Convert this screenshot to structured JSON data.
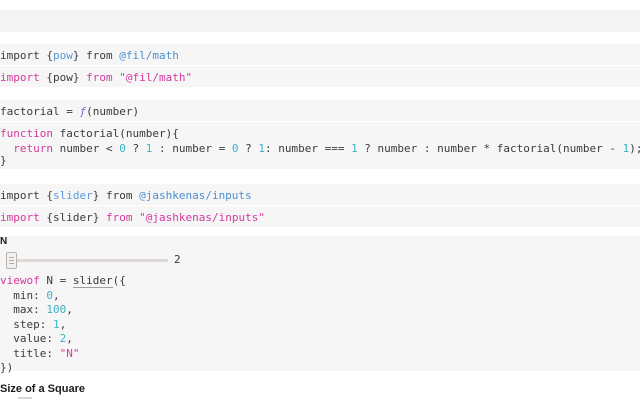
{
  "notebook": {
    "top_strip": {
      "name": "collapsed-cell-strip"
    },
    "cells": [
      {
        "id": "cell-import-pow-result",
        "kind": "result",
        "tokens": [
          {
            "text": "import ",
            "style": "plain"
          },
          {
            "text": "{",
            "style": "plain"
          },
          {
            "text": "pow",
            "style": "param"
          },
          {
            "text": "} from ",
            "style": "plain"
          },
          {
            "text": "@fil/math",
            "style": "ref"
          }
        ]
      },
      {
        "id": "cell-import-pow-source",
        "kind": "source",
        "tokens": [
          {
            "text": "import",
            "style": "kw"
          },
          {
            "text": " {pow} ",
            "style": "plain"
          },
          {
            "text": "from",
            "style": "kw"
          },
          {
            "text": " ",
            "style": "plain"
          },
          {
            "text": "\"@fil/math\"",
            "style": "str"
          }
        ]
      },
      {
        "id": "cell-factorial-result",
        "kind": "result",
        "tokens": [
          {
            "text": "factorial = ",
            "style": "plain"
          },
          {
            "text": "ƒ",
            "style": "fn"
          },
          {
            "text": "(number)",
            "style": "plain"
          }
        ]
      },
      {
        "id": "cell-factorial-source-line1",
        "kind": "source",
        "tokens": [
          {
            "text": "function",
            "style": "kw"
          },
          {
            "text": " factorial(number){",
            "style": "plain"
          }
        ]
      },
      {
        "id": "cell-factorial-source-line2",
        "kind": "source",
        "tokens": [
          {
            "text": "  ",
            "style": "plain"
          },
          {
            "text": "return",
            "style": "kw"
          },
          {
            "text": " number < ",
            "style": "plain"
          },
          {
            "text": "0",
            "style": "num"
          },
          {
            "text": " ? ",
            "style": "plain"
          },
          {
            "text": "1",
            "style": "num"
          },
          {
            "text": " : number = ",
            "style": "plain"
          },
          {
            "text": "0",
            "style": "num"
          },
          {
            "text": " ? ",
            "style": "plain"
          },
          {
            "text": "1",
            "style": "num"
          },
          {
            "text": ": number === ",
            "style": "plain"
          },
          {
            "text": "1",
            "style": "num"
          },
          {
            "text": " ? number : number * factorial(number - ",
            "style": "plain"
          },
          {
            "text": "1",
            "style": "num"
          },
          {
            "text": ");",
            "style": "plain"
          }
        ]
      },
      {
        "id": "cell-factorial-source-line3",
        "kind": "source",
        "tokens": [
          {
            "text": "}",
            "style": "plain"
          }
        ]
      },
      {
        "id": "cell-import-slider-result",
        "kind": "result",
        "tokens": [
          {
            "text": "import ",
            "style": "plain"
          },
          {
            "text": "{",
            "style": "plain"
          },
          {
            "text": "slider",
            "style": "param"
          },
          {
            "text": "} from ",
            "style": "plain"
          },
          {
            "text": "@jashkenas/inputs",
            "style": "ref"
          }
        ]
      },
      {
        "id": "cell-import-slider-source",
        "kind": "source",
        "tokens": [
          {
            "text": "import",
            "style": "kw"
          },
          {
            "text": " {slider} ",
            "style": "plain"
          },
          {
            "text": "from",
            "style": "kw"
          },
          {
            "text": " ",
            "style": "plain"
          },
          {
            "text": "\"@jashkenas/inputs\"",
            "style": "str"
          }
        ]
      },
      {
        "id": "cell-viewof-n-line1",
        "kind": "source",
        "tokens": [
          {
            "text": "viewof",
            "style": "kw"
          },
          {
            "text": " N = ",
            "style": "plain"
          },
          {
            "text": "slider",
            "style": "slider"
          },
          {
            "text": "({",
            "style": "plain"
          }
        ]
      },
      {
        "id": "cell-viewof-n-line2",
        "kind": "source",
        "tokens": [
          {
            "text": "  min: ",
            "style": "key"
          },
          {
            "text": "0",
            "style": "num"
          },
          {
            "text": ",",
            "style": "plain"
          }
        ]
      },
      {
        "id": "cell-viewof-n-line3",
        "kind": "source",
        "tokens": [
          {
            "text": "  max: ",
            "style": "key"
          },
          {
            "text": "100",
            "style": "num"
          },
          {
            "text": ",",
            "style": "plain"
          }
        ]
      },
      {
        "id": "cell-viewof-n-line4",
        "kind": "source",
        "tokens": [
          {
            "text": "  step: ",
            "style": "key"
          },
          {
            "text": "1",
            "style": "num"
          },
          {
            "text": ",",
            "style": "plain"
          }
        ]
      },
      {
        "id": "cell-viewof-n-line5",
        "kind": "source",
        "tokens": [
          {
            "text": "  value: ",
            "style": "key"
          },
          {
            "text": "2",
            "style": "num"
          },
          {
            "text": ",",
            "style": "plain"
          }
        ]
      },
      {
        "id": "cell-viewof-n-line6",
        "kind": "source",
        "tokens": [
          {
            "text": "  title: ",
            "style": "key"
          },
          {
            "text": "\"N\"",
            "style": "str"
          }
        ]
      },
      {
        "id": "cell-viewof-n-line7",
        "kind": "source",
        "tokens": [
          {
            "text": "})",
            "style": "plain"
          }
        ]
      }
    ],
    "slider": {
      "name": "N",
      "label": "N",
      "value": "2",
      "min": 0,
      "max": 100,
      "step": 1,
      "current": 2
    },
    "markdown": {
      "heading": "Size of a Square"
    },
    "colors": {
      "keyword": "#d53a9d",
      "string": "#d53a9d",
      "number": "#3eb2c6",
      "reference": "#4b8fd1",
      "parameter": "#5b9ad6",
      "function_glyph": "#7c6bd6",
      "text": "#3b3b3b",
      "cell_background": "#f6f6f6",
      "page_background": "#ffffff",
      "strip_background": "#f4f4f4",
      "slider_track": "#ddd8d5",
      "slider_thumb": "#f3f1ef"
    }
  }
}
